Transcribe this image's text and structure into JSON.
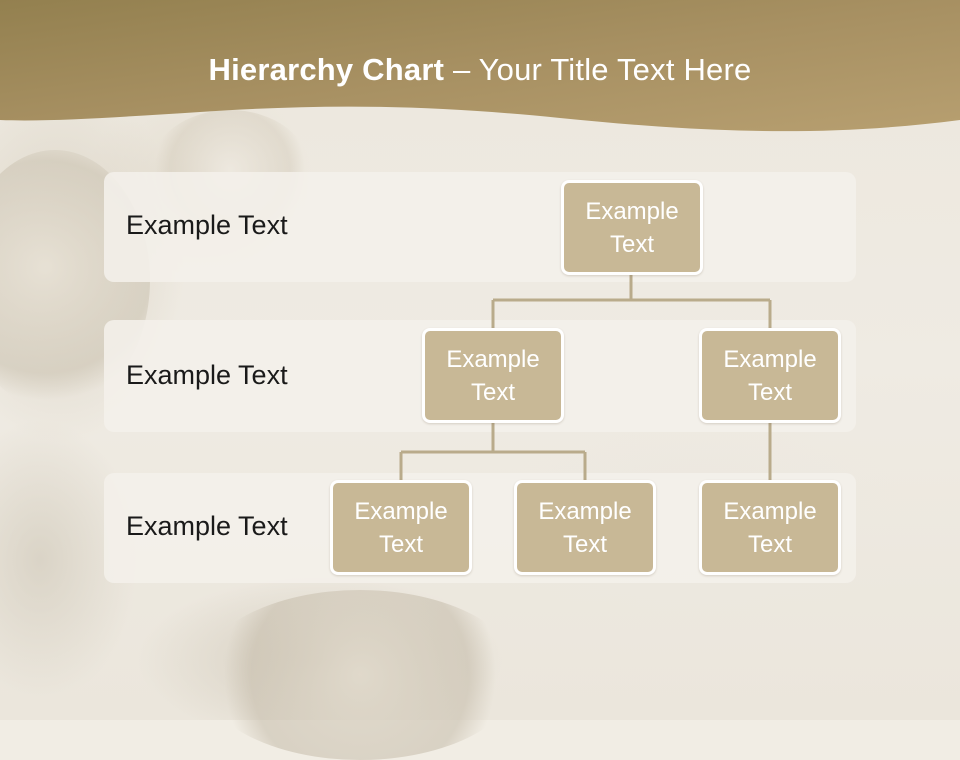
{
  "slide": {
    "title_bold": "Hierarchy Chart",
    "title_rest": " – Your Title Text Here"
  },
  "rows": [
    {
      "label": "Example Text"
    },
    {
      "label": "Example Text"
    },
    {
      "label": "Example Text"
    }
  ],
  "nodes": {
    "root": "Example Text",
    "level2_left": "Example Text",
    "level2_right": "Example Text",
    "level3_a": "Example Text",
    "level3_b": "Example Text",
    "level3_c": "Example Text"
  },
  "colors": {
    "header_gold": "#a48c5a",
    "node_fill": "#c8b896",
    "connector": "#b9ab8b"
  }
}
